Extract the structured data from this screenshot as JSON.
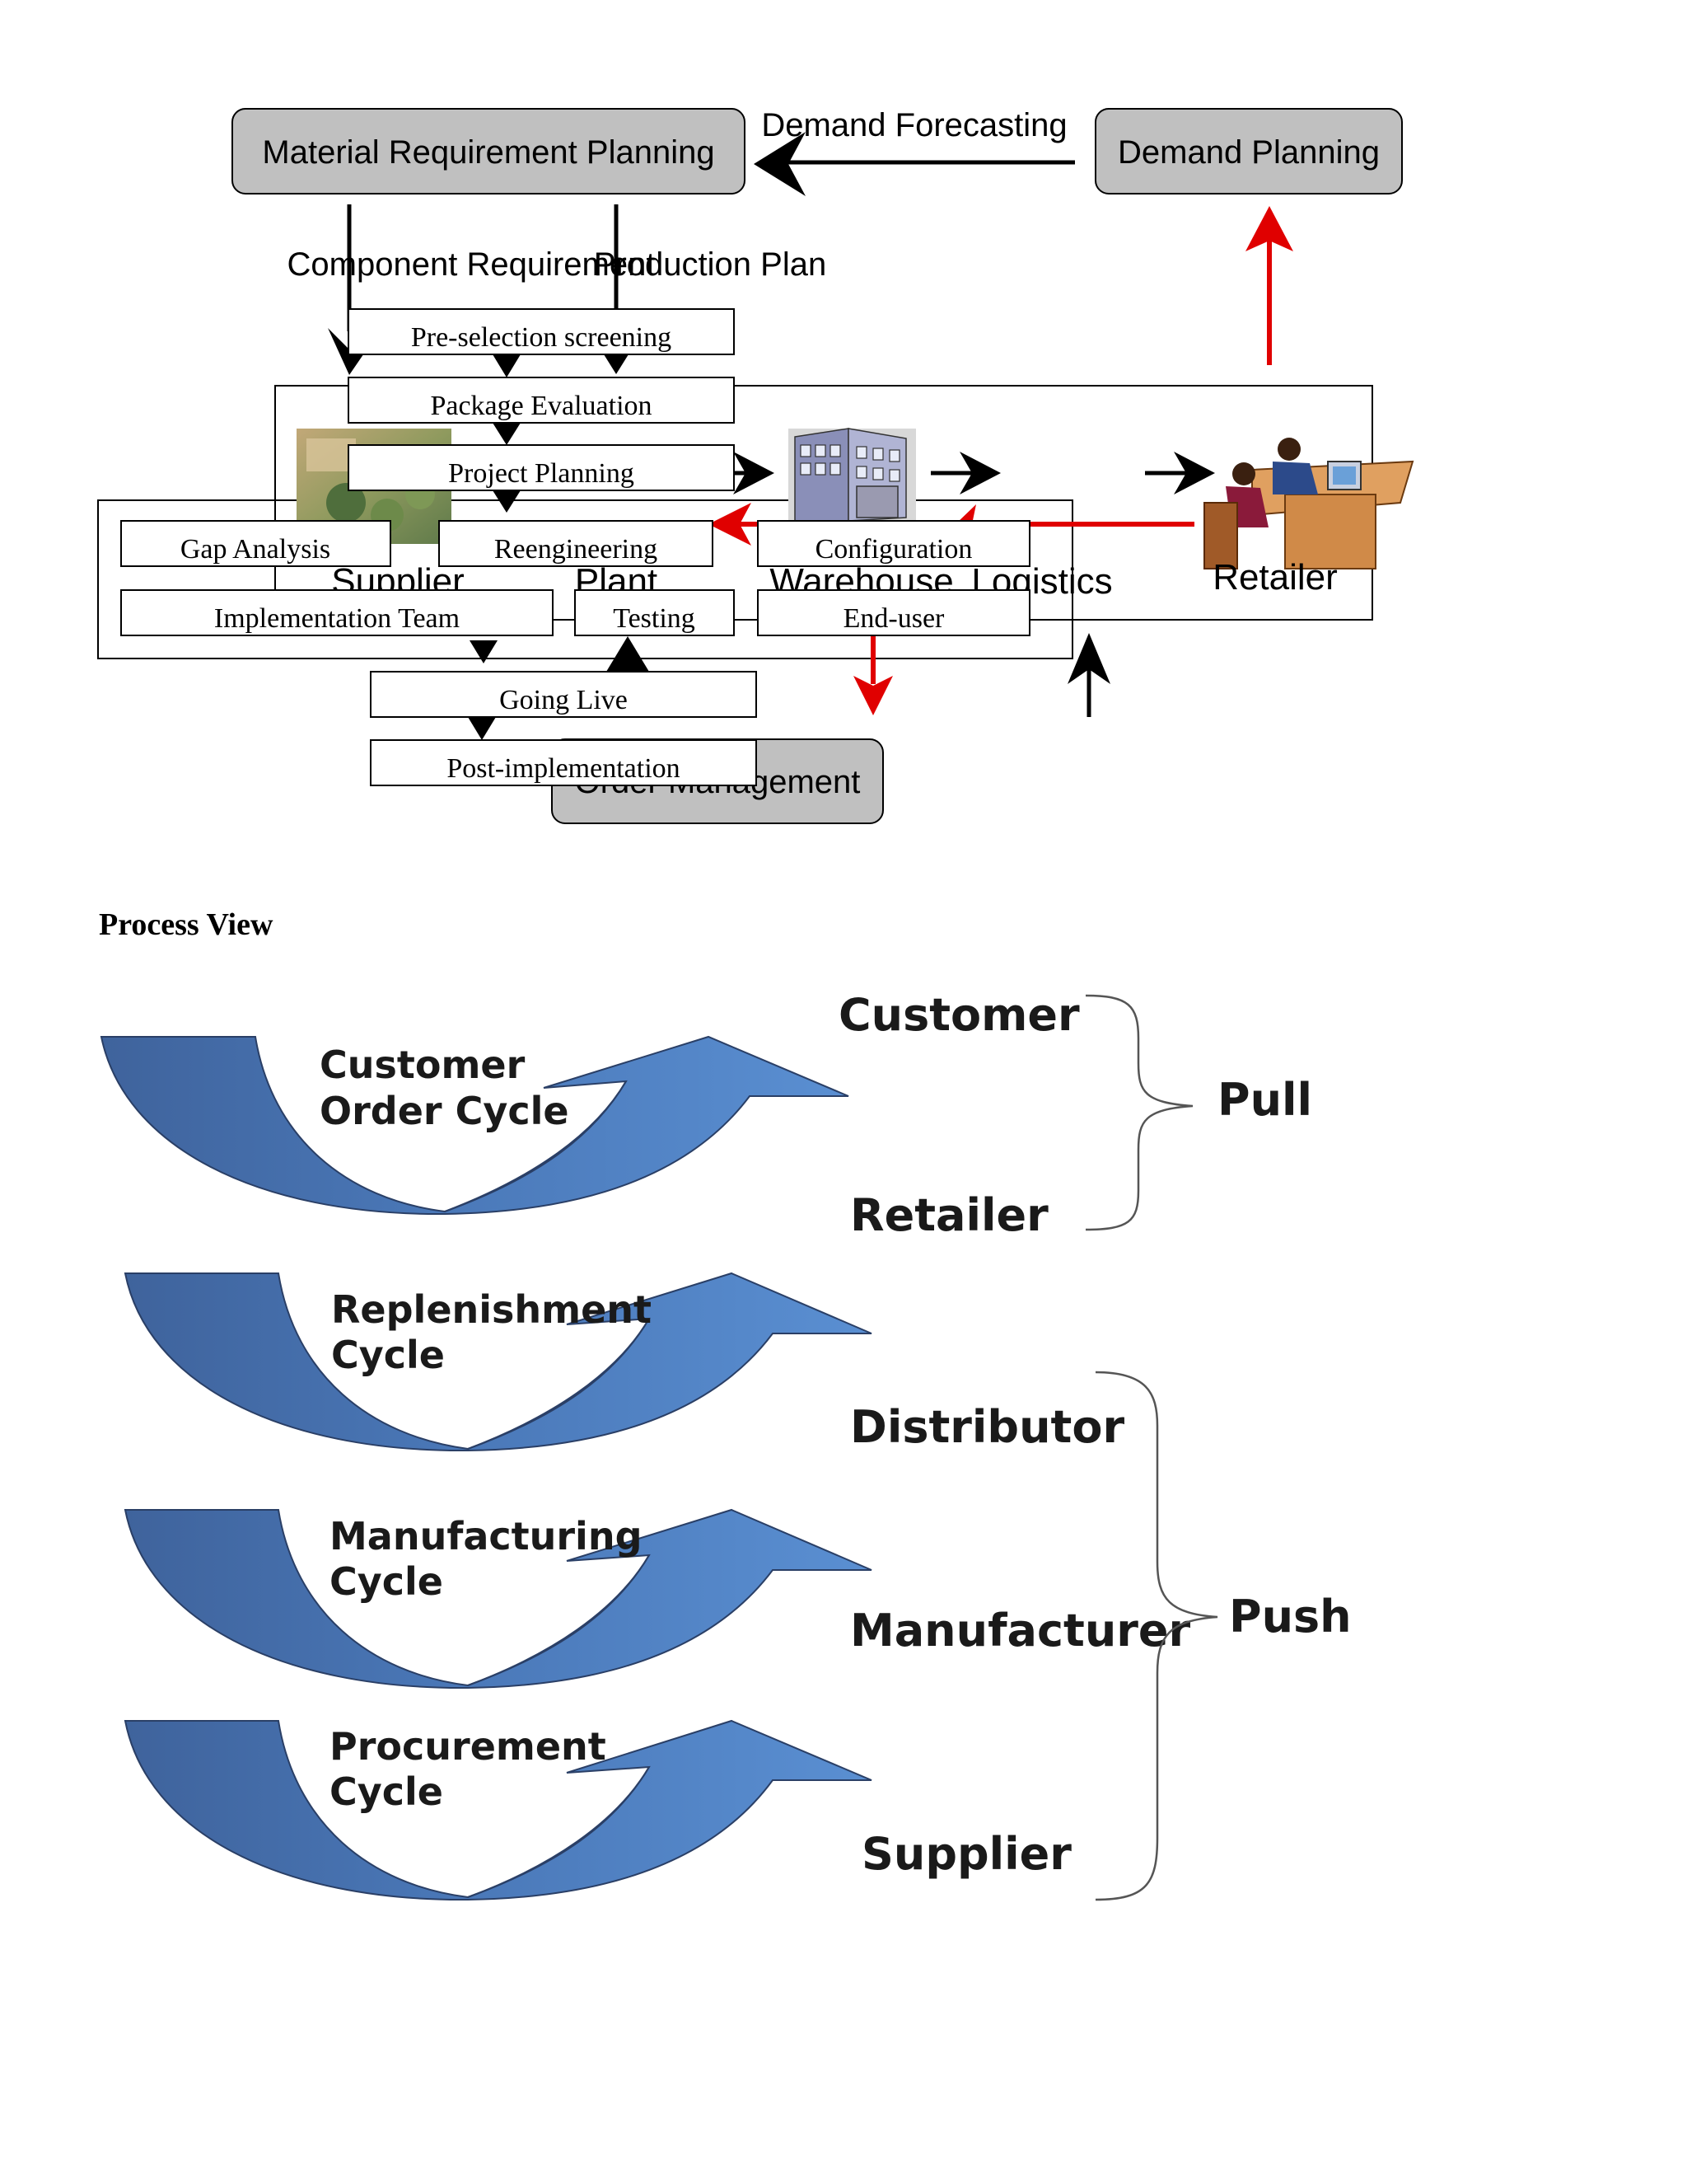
{
  "top_diagram": {
    "grey_boxes": {
      "mrp": "Material Requirement  Planning",
      "demand_planning": "Demand Planning",
      "order_management": "Order Management"
    },
    "arrow_labels": {
      "demand_forecasting": "Demand Forecasting",
      "component_requirement": "Component Requirement",
      "production_plan": "Production Plan"
    },
    "chain_labels": {
      "supplier": "Supplier",
      "plant": "Plant",
      "warehouse": "Warehouse",
      "logistics": "Logistics",
      "retailer": "Retailer"
    },
    "steps": {
      "pre_selection": "Pre-selection screening",
      "package_evaluation": "Package Evaluation",
      "project_planning": "Project Planning",
      "gap_analysis": "Gap Analysis",
      "reengineering": "Reengineering",
      "configuration": "Configuration",
      "implementation_team": "Implementation Team",
      "testing": "Testing",
      "end_user": "End-user",
      "going_live": "Going Live",
      "post_implementation": "Post-implementation"
    },
    "colors": {
      "grey_box": "#c0c0c0",
      "red_arrow": "#e00000",
      "black_arrow": "#000000"
    }
  },
  "section_heading": "Process View",
  "process_view": {
    "cycles": [
      {
        "line1": "Customer",
        "line2": "Order Cycle"
      },
      {
        "line1": "Replenishment",
        "line2": "Cycle"
      },
      {
        "line1": "Manufacturing",
        "line2": "Cycle"
      },
      {
        "line1": "Procurement",
        "line2": "Cycle"
      }
    ],
    "stages": {
      "customer": "Customer",
      "retailer": "Retailer",
      "distributor": "Distributor",
      "manufacturer": "Manufacturer",
      "supplier": "Supplier"
    },
    "groups": {
      "pull": "Pull",
      "push": "Push"
    },
    "colors": {
      "arrow_light": "#5b8fd0",
      "arrow_dark": "#3f6aa6",
      "outline": "#2a3f66"
    }
  }
}
